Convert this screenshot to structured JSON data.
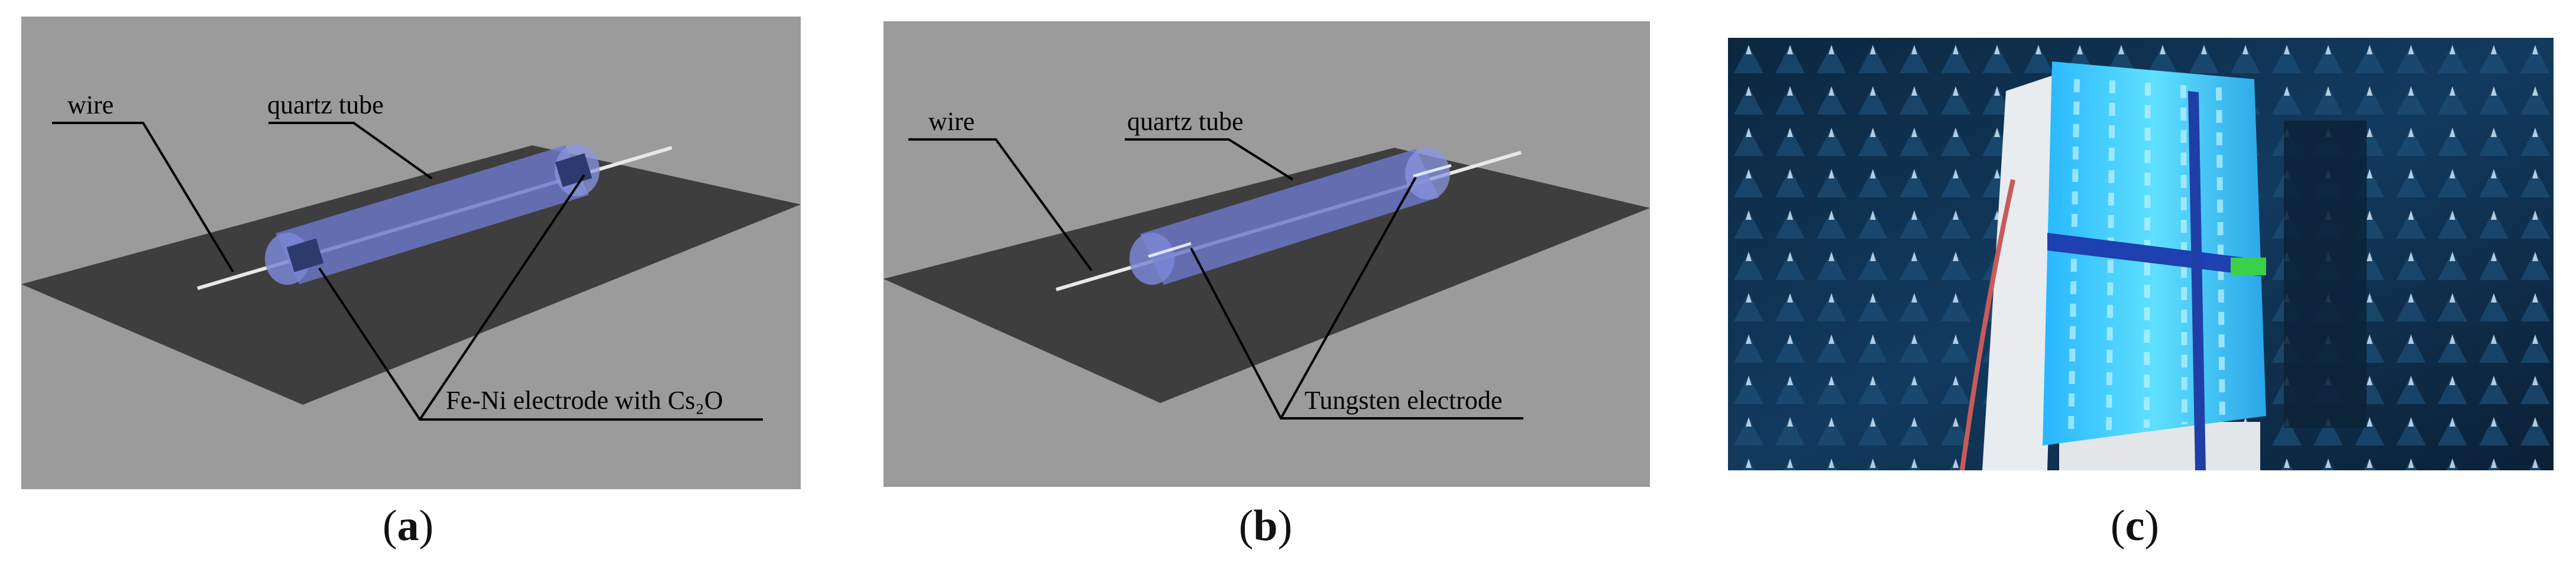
{
  "panels": [
    {
      "id": "a",
      "caption_letter": "a",
      "labels": {
        "wire": "wire",
        "tube": "quartz tube",
        "electrode": "Fe-Ni electrode with Cs₂O"
      }
    },
    {
      "id": "b",
      "caption_letter": "b",
      "labels": {
        "wire": "wire",
        "tube": "quartz tube",
        "electrode": "Tungsten electrode"
      }
    },
    {
      "id": "c",
      "caption_letter": "c"
    }
  ],
  "colors": {
    "background_gray": "#9b9b9b",
    "plane": "#3e3e3e",
    "tube_blue": "#6b78c9",
    "electrode_dark": "#2c3a6e",
    "glow_cyan": "#39c6ff",
    "chamber_blue": "#123a5e"
  }
}
